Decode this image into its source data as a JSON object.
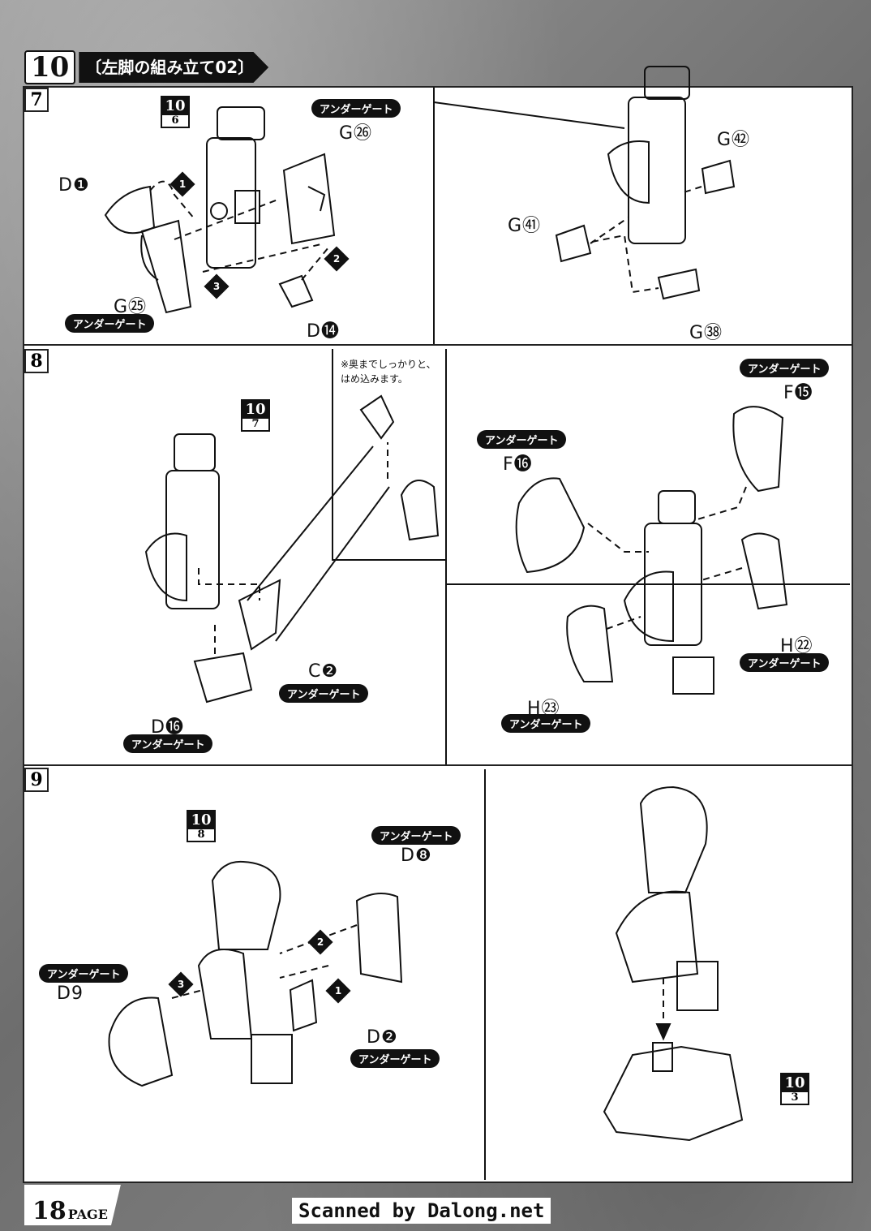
{
  "header": {
    "step_number": "10",
    "title": "〔左脚の組み立て02〕"
  },
  "panels": [
    {
      "number": "7",
      "ref": {
        "a": "10",
        "b": "6"
      },
      "labels": {
        "d1": "D❶",
        "g25": "G㉕",
        "g26": "G㉖",
        "d14": "D⓮",
        "g42": "G㊷",
        "g41": "G㊶",
        "g38": "G㊳"
      },
      "under_gate": "アンダーゲート"
    },
    {
      "number": "8",
      "ref": {
        "a": "10",
        "b": "7"
      },
      "note": "※奥までしっかりと、はめ込みます。",
      "labels": {
        "c2": "C❷",
        "d16": "D⓰",
        "f16": "F⓰",
        "f15": "F⓯",
        "h22": "H㉒",
        "h23": "H㉓"
      },
      "under_gate": "アンダーゲート"
    },
    {
      "number": "9",
      "ref": {
        "a": "10",
        "b": "8"
      },
      "ref2": {
        "a": "10",
        "b": "3"
      },
      "labels": {
        "d8": "D❽",
        "d9": "D9",
        "d2": "D❷"
      },
      "under_gate": "アンダーゲート"
    }
  ],
  "footer": {
    "page_number": "18",
    "page_word": "PAGE",
    "credit": "Scanned by Dalong.net"
  }
}
